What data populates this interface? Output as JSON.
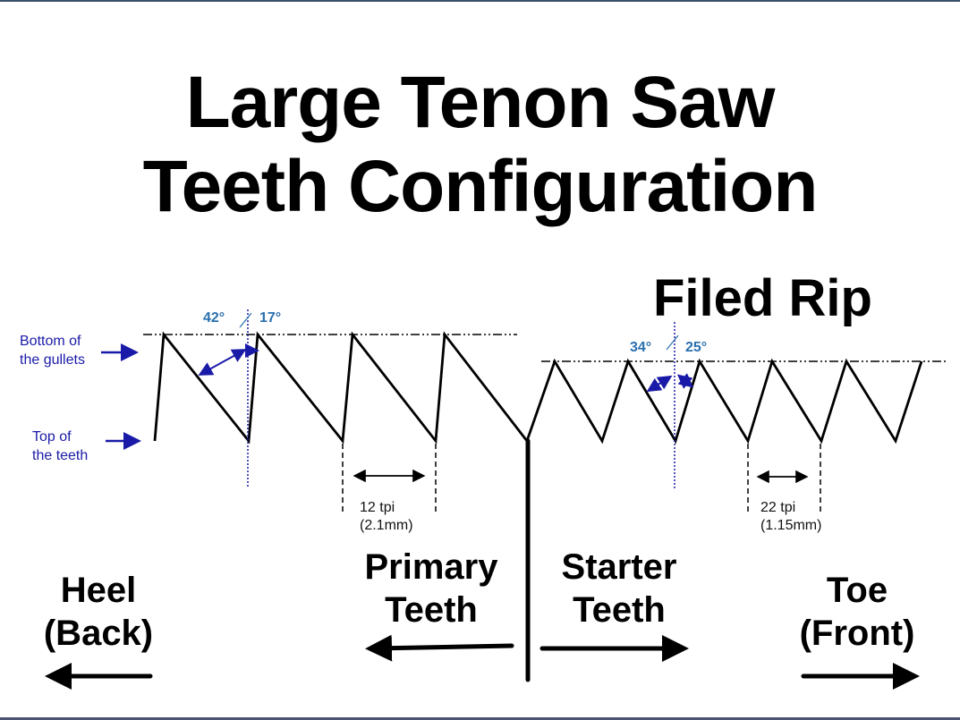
{
  "title": {
    "line1": "Large Tenon Saw",
    "line2": "Teeth Configuration"
  },
  "subtitle": "Filed Rip",
  "reference_labels": {
    "gullets": [
      "Bottom of",
      "the gullets"
    ],
    "teeth": [
      "Top of",
      "the teeth"
    ]
  },
  "primary_section": {
    "angles": {
      "rake": "42°",
      "separator": "/",
      "fleam": "17°"
    },
    "pitch": {
      "tpi": "12 tpi",
      "mm": "(2.1mm)"
    },
    "label": [
      "Primary",
      "Teeth"
    ]
  },
  "starter_section": {
    "angles": {
      "rake": "34°",
      "separator": "/",
      "fleam": "25°"
    },
    "pitch": {
      "tpi": "22 tpi",
      "mm": "(1.15mm)"
    },
    "label": [
      "Starter",
      "Teeth"
    ]
  },
  "ends": {
    "heel": [
      "Heel",
      "(Back)"
    ],
    "toe": [
      "Toe",
      "(Front)"
    ]
  },
  "colors": {
    "ink": "#000000",
    "label_blue": "#1a1aa8",
    "angle_blue": "#2a6fae",
    "frame": "#3b5068"
  }
}
